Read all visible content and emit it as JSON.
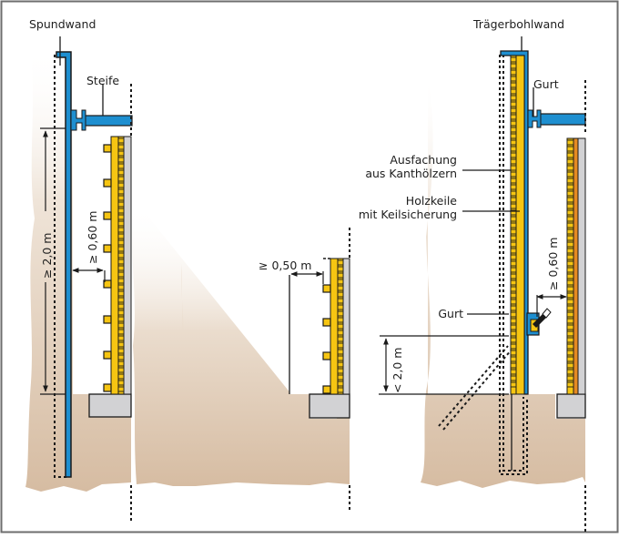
{
  "diagram": {
    "type": "technical-section-drawing",
    "subject": "Trench shoring: sheet pile wall, slope, soldier pile wall",
    "colors": {
      "soil_light": "#efe4d8",
      "soil_dark": "#d9bfa6",
      "steel_blue": "#1e8fd0",
      "timber_yellow": "#f6c512",
      "timber_orange": "#e58a22",
      "concrete_grey": "#d2d2d4",
      "outline": "#1a1a1a",
      "frame_border": "#6e6e6e"
    },
    "left_panel": {
      "title": "Spundwand",
      "strut_label": "Steife",
      "height_dim": "≥ 2,0 m",
      "width_dim": "≥ 0,60 m"
    },
    "middle_panel": {
      "width_dim": "≥ 0,50 m"
    },
    "right_panel": {
      "title": "Trägerbohlwand",
      "wale_label_top": "Gurt",
      "lagging_label_line1": "Ausfachung",
      "lagging_label_line2": "aus Kanthölzern",
      "wedges_label_line1": "Holzkeile",
      "wedges_label_line2": "mit Keilsicherung",
      "wale_label_lower": "Gurt",
      "width_dim": "≥ 0,60 m",
      "height_dim": "< 2,0 m"
    }
  }
}
